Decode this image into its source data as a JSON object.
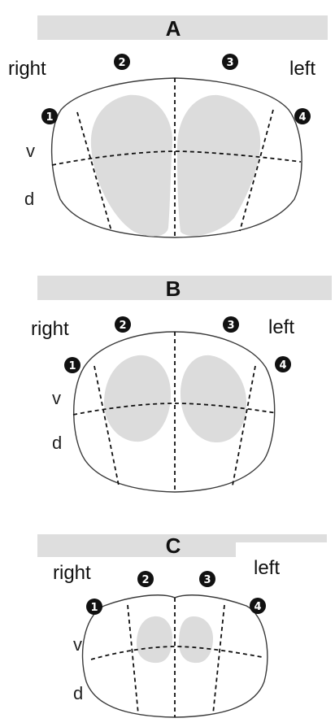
{
  "colors": {
    "header_bar": "#dedede",
    "blob_fill": "#dcdcdc",
    "outline": "#3a3a3a",
    "badge": "#111111"
  },
  "panels": [
    {
      "heading": "A",
      "right_label": "right",
      "left_label": "left",
      "ventral_label": "v",
      "dorsal_label": "d",
      "markers": [
        "1",
        "2",
        "3",
        "4"
      ]
    },
    {
      "heading": "B",
      "right_label": "right",
      "left_label": "left",
      "ventral_label": "v",
      "dorsal_label": "d",
      "markers": [
        "1",
        "2",
        "3",
        "4"
      ]
    },
    {
      "heading": "C",
      "right_label": "right",
      "left_label": "left",
      "ventral_label": "v",
      "dorsal_label": "d",
      "markers": [
        "1",
        "2",
        "3",
        "4"
      ]
    }
  ]
}
